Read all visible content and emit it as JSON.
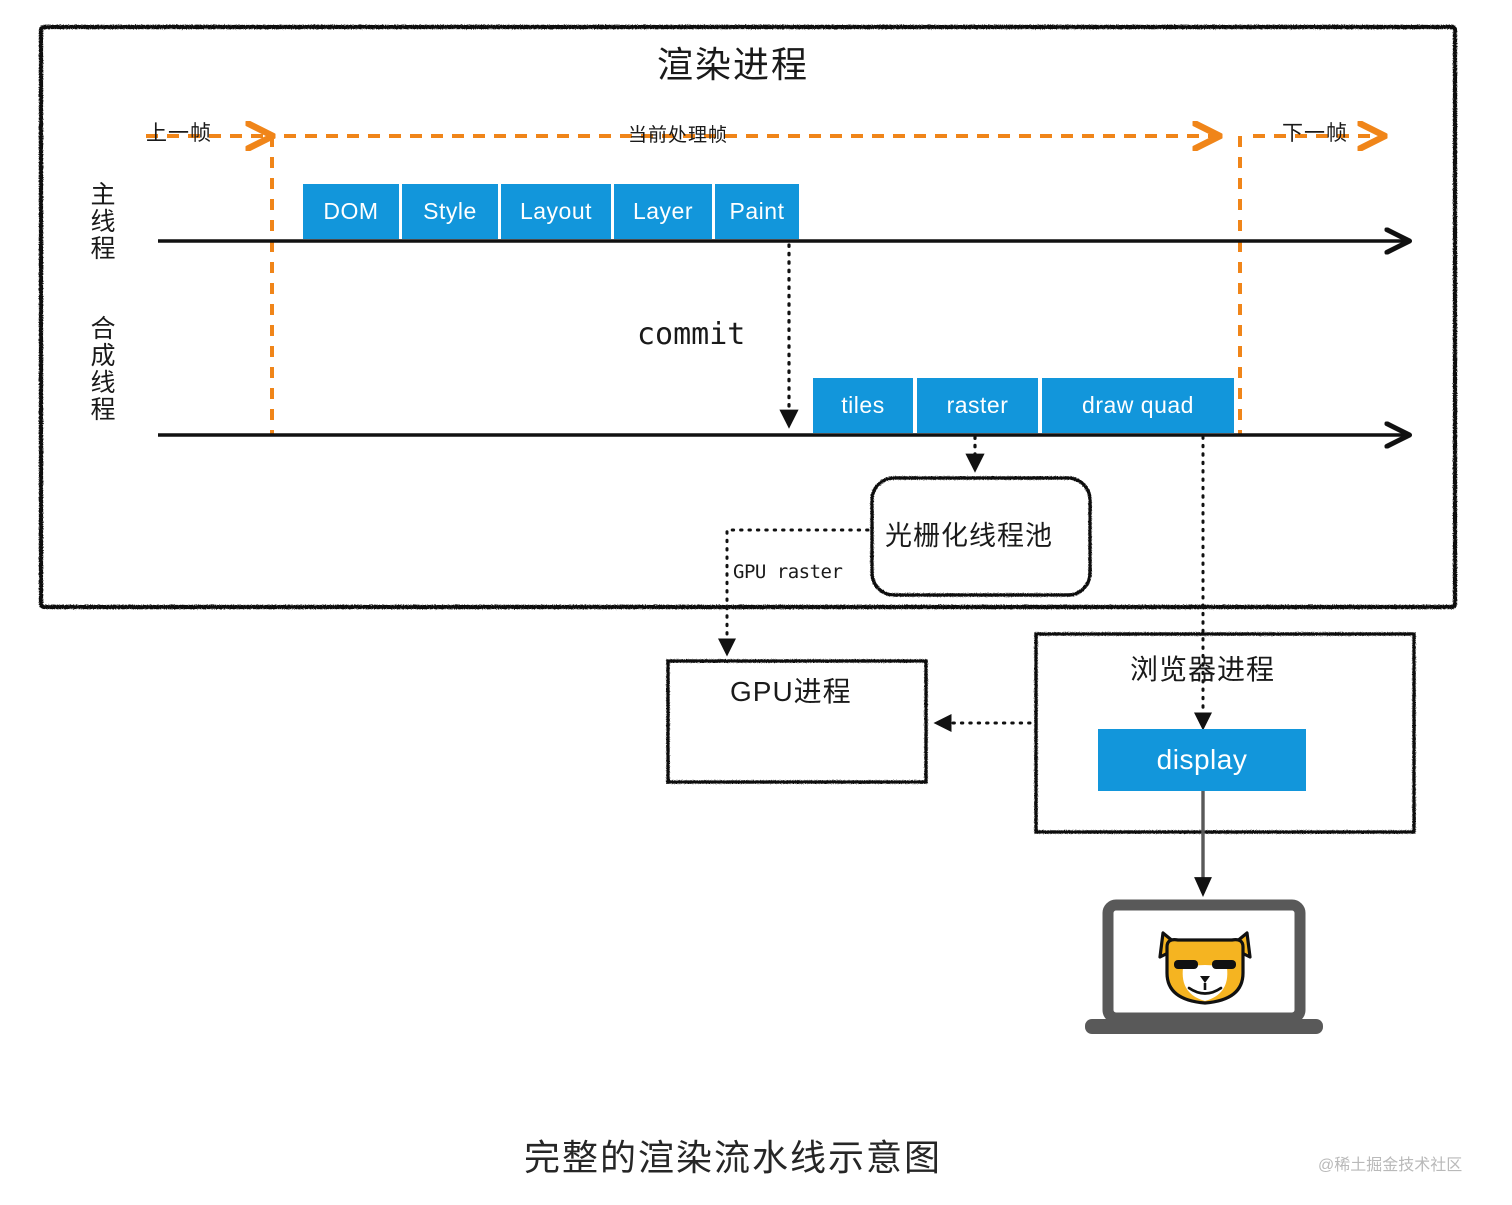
{
  "diagram": {
    "title": "渲染进程",
    "caption": "完整的渲染流水线示意图",
    "watermark": "@稀土掘金技术社区",
    "colors": {
      "accent_blue": "#1296db",
      "frame_orange": "#f08519",
      "ink": "#1a1a1a",
      "laptop_gray": "#595959",
      "dog_yellow": "#f5b421"
    },
    "frame_markers": [
      {
        "id": "prev-frame",
        "label": "上一帧"
      },
      {
        "id": "current-frame",
        "label": "当前处理帧"
      },
      {
        "id": "next-frame",
        "label": "下一帧"
      }
    ],
    "lanes": [
      {
        "id": "main-thread",
        "label": "主\n线\n程"
      },
      {
        "id": "compositor-thread",
        "label": "合\n成\n线\n程"
      }
    ],
    "main_thread_stages": [
      {
        "id": "dom",
        "label": "DOM"
      },
      {
        "id": "style",
        "label": "Style"
      },
      {
        "id": "layout",
        "label": "Layout"
      },
      {
        "id": "layer",
        "label": "Layer"
      },
      {
        "id": "paint",
        "label": "Paint"
      }
    ],
    "compositor_stages": [
      {
        "id": "tiles",
        "label": "tiles"
      },
      {
        "id": "raster",
        "label": "raster"
      },
      {
        "id": "draw-quad",
        "label": "draw quad"
      }
    ],
    "connectors": [
      {
        "id": "commit",
        "label": "commit"
      },
      {
        "id": "gpu-raster",
        "label": "GPU raster"
      }
    ],
    "nodes": [
      {
        "id": "raster-thread-pool",
        "label": "光栅化线程池"
      },
      {
        "id": "gpu-process",
        "label": "GPU进程"
      },
      {
        "id": "browser-process",
        "label": "浏览器进程"
      },
      {
        "id": "display-block",
        "label": "display"
      }
    ],
    "device": {
      "id": "laptop",
      "screen_icon": "dog-face-icon"
    }
  }
}
